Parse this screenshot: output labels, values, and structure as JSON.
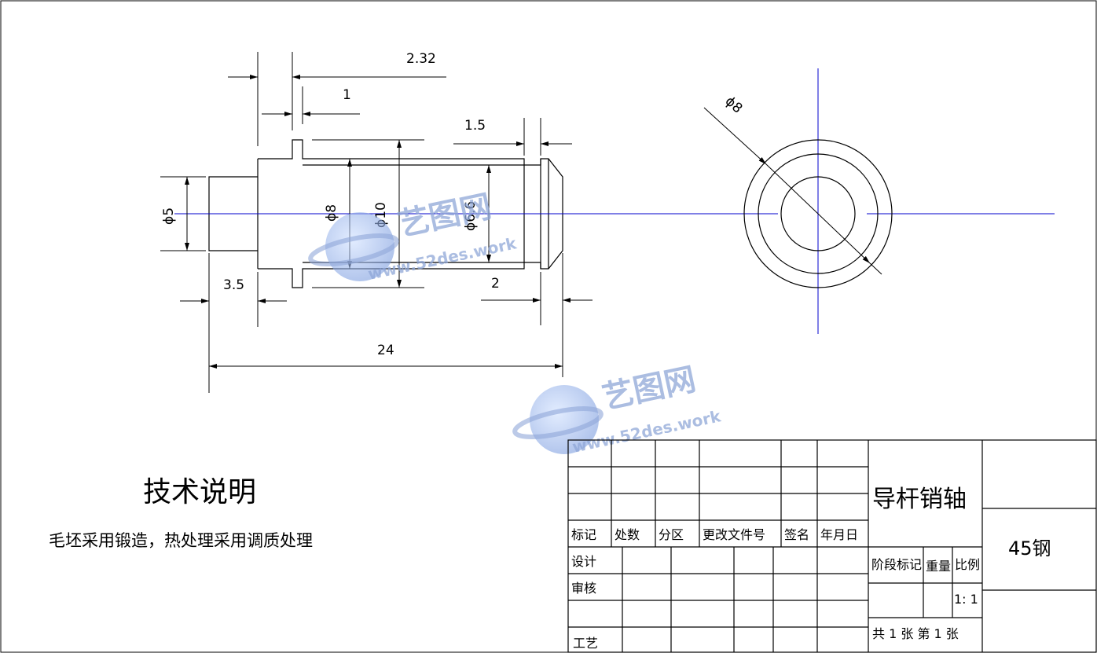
{
  "drawing": {
    "dimensions": {
      "d_2_32": "2.32",
      "d_1": "1",
      "d_1_5": "1.5",
      "d_phi5": "ϕ5",
      "d_phi8_side": "ϕ8",
      "d_phi10": "ϕ10",
      "d_phi6_6": "ϕ6.6",
      "d_3_5": "3.5",
      "d_2": "2",
      "d_24": "24",
      "d_phi8_end": "ϕ8"
    }
  },
  "notes": {
    "title": "技术说明",
    "body": "毛坯采用锻造，热处理采用调质处理"
  },
  "title_block": {
    "part_name": "导杆销轴",
    "material": "45钢",
    "headers": {
      "mark": "标记",
      "count": "处数",
      "zone": "分区",
      "doc_no": "更改文件号",
      "signature": "签名",
      "date": "年月日"
    },
    "roles": {
      "design": "设计",
      "review": "审核",
      "process": "工艺"
    },
    "stage_mark": "阶段标记",
    "weight": "重量",
    "scale_label": "比例",
    "scale_value": "1: 1",
    "sheets": "共 1 张 第 1 张"
  },
  "watermark": {
    "brand": "艺图网",
    "url": "www.52des.work"
  },
  "colors": {
    "centerline": "#0000cc",
    "line": "#000000",
    "watermark": "#8fa7d8"
  }
}
